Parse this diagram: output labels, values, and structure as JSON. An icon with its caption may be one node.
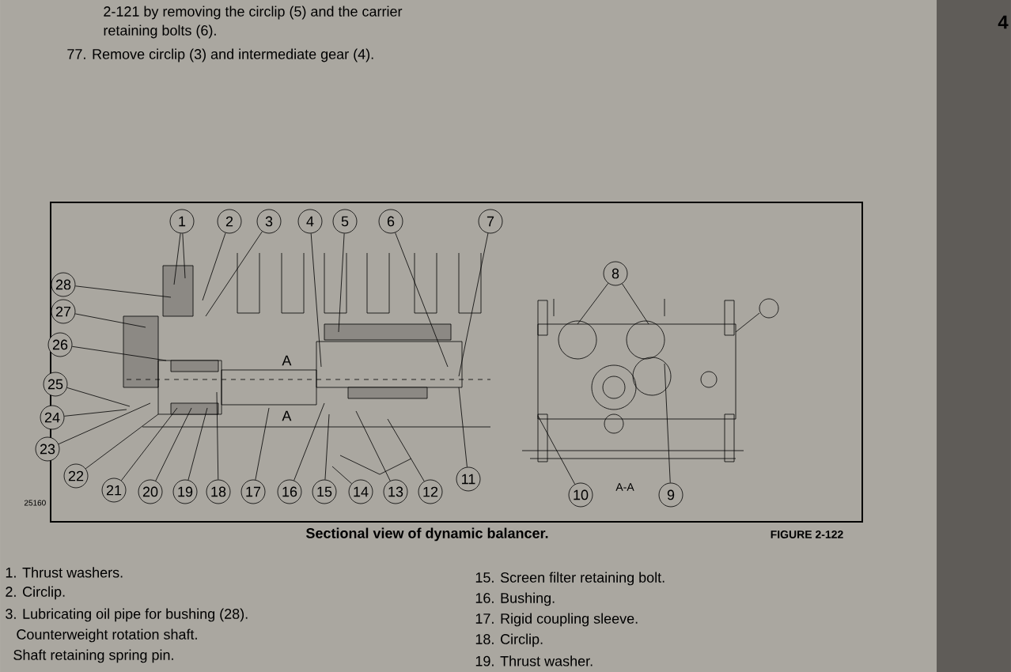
{
  "diagram": {
    "caption": "Sectional view of dynamic balancer.",
    "nodes": [
      {
        "text": [
          "1"
        ]
      },
      {
        "text": [
          "2"
        ]
      },
      {
        "text": [
          "3"
        ]
      },
      {
        "text": [
          "4"
        ]
      },
      {
        "text": [
          "5"
        ]
      },
      {
        "text": [
          "6"
        ]
      },
      {
        "text": [
          "7"
        ]
      },
      {
        "text": [
          "28"
        ]
      },
      {
        "text": [
          "27"
        ]
      },
      {
        "text": [
          "26"
        ]
      },
      {
        "text": [
          "25"
        ]
      },
      {
        "text": [
          "24"
        ]
      },
      {
        "text": [
          "23"
        ]
      },
      {
        "text": [
          "22"
        ]
      },
      {
        "text": [
          "21"
        ]
      },
      {
        "text": [
          "20"
        ]
      },
      {
        "text": [
          "19"
        ]
      },
      {
        "text": [
          "18"
        ]
      },
      {
        "text": [
          "17"
        ]
      },
      {
        "text": [
          "16"
        ]
      },
      {
        "text": [
          "15"
        ]
      },
      {
        "text": [
          "14"
        ]
      },
      {
        "text": [
          "13"
        ]
      },
      {
        "text": [
          "12"
        ]
      },
      {
        "text": [
          "11"
        ]
      },
      {
        "text": [
          "8"
        ]
      },
      {
        "text": [
          "10"
        ]
      },
      {
        "text": [
          "9"
        ]
      },
      {
        "text": [],
        "shape": "picture"
      },
      {
        "text": [],
        "shape": "picture"
      }
    ],
    "edges": [
      {
        "from": 0,
        "to": 28,
        "arrow": "none"
      },
      {
        "from": 0,
        "to": 28,
        "arrow": "none"
      },
      {
        "from": 1,
        "to": 28,
        "arrow": "none"
      },
      {
        "from": 2,
        "to": 28,
        "arrow": "none"
      },
      {
        "from": 3,
        "to": 28,
        "arrow": "none"
      },
      {
        "from": 4,
        "to": 28,
        "arrow": "none"
      },
      {
        "from": 5,
        "to": 28,
        "arrow": "none"
      },
      {
        "from": 6,
        "to": 28,
        "arrow": "none"
      },
      {
        "from": 7,
        "to": 28,
        "arrow": "none"
      },
      {
        "from": 8,
        "to": 28,
        "arrow": "none"
      },
      {
        "from": 9,
        "to": 28,
        "arrow": "none"
      },
      {
        "from": 10,
        "to": 28,
        "arrow": "none"
      },
      {
        "from": 11,
        "to": 28,
        "arrow": "none"
      },
      {
        "from": 12,
        "to": 28,
        "arrow": "none"
      },
      {
        "from": 13,
        "to": 28,
        "arrow": "none"
      },
      {
        "from": 14,
        "to": 28,
        "arrow": "none"
      },
      {
        "from": 15,
        "to": 28,
        "arrow": "none"
      },
      {
        "from": 16,
        "to": 28,
        "arrow": "none"
      },
      {
        "from": 17,
        "to": 28,
        "arrow": "none"
      },
      {
        "from": 18,
        "to": 28,
        "arrow": "none"
      },
      {
        "from": 19,
        "to": 28,
        "arrow": "none"
      },
      {
        "from": 20,
        "to": 28,
        "arrow": "none"
      },
      {
        "from": 21,
        "to": 28,
        "arrow": "none"
      },
      {
        "from": 22,
        "to": 28,
        "arrow": "none"
      },
      {
        "from": 23,
        "to": 28,
        "arrow": "none"
      },
      {
        "from": 24,
        "to": 28,
        "arrow": "none"
      },
      {
        "from": 25,
        "to": 29,
        "arrow": "none"
      },
      {
        "from": 25,
        "to": 29,
        "arrow": "none"
      },
      {
        "from": 26,
        "to": 29,
        "arrow": "none"
      },
      {
        "from": 27,
        "to": 29,
        "arrow": "none"
      }
    ],
    "labels": [
      "2-121 by removing the circlip (5) and the carrier",
      "retaining bolts (6).",
      "77. Remove circlip (3) and intermediate gear (4).",
      "A",
      "A",
      "25160",
      "A-A",
      "FIGURE 2-122",
      "4",
      "1. Thrust washers.",
      "2. Circlip.",
      "3. Lubricating oil pipe for bushing (28).",
      "Counterweight rotation shaft.",
      "Shaft retaining spring pin.",
      "15. Screen filter retaining bolt.",
      "16. Bushing.",
      "17. Rigid coupling sleeve.",
      "18. Circlip.",
      "19. Thrust washer."
    ]
  }
}
